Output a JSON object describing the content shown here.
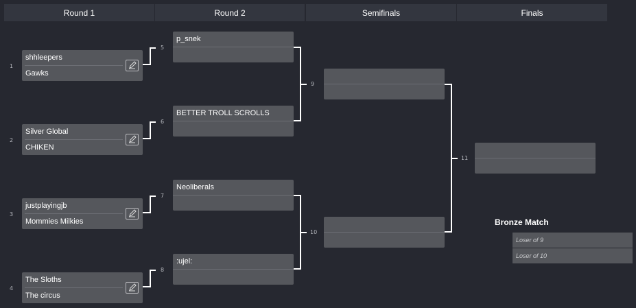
{
  "rounds": [
    "Round 1",
    "Round 2",
    "Semifinals",
    "Finals"
  ],
  "round1": [
    {
      "seed": "1",
      "team1": "shhleepers",
      "team2": "Gawks"
    },
    {
      "seed": "2",
      "team1": "Silver Global",
      "team2": "CHIKEN"
    },
    {
      "seed": "3",
      "team1": "justplayingjb",
      "team2": "Mommies Milkies"
    },
    {
      "seed": "4",
      "team1": "The Sloths",
      "team2": "The circus"
    }
  ],
  "round2": [
    {
      "match": "5",
      "team1": "p_snek",
      "team2": ""
    },
    {
      "match": "6",
      "team1": "BETTER TROLL SCROLLS",
      "team2": ""
    },
    {
      "match": "7",
      "team1": "Neoliberals",
      "team2": ""
    },
    {
      "match": "8",
      "team1": ":ujel:",
      "team2": ""
    }
  ],
  "semifinals": [
    {
      "match": "9",
      "team1": "",
      "team2": ""
    },
    {
      "match": "10",
      "team1": "",
      "team2": ""
    }
  ],
  "finals": {
    "match": "11",
    "team1": "",
    "team2": ""
  },
  "bronze": {
    "title": "Bronze Match",
    "slot1": "Loser of 9",
    "slot2": "Loser of 10"
  },
  "icons": {
    "edit": "edit-pencil-icon"
  },
  "colors": {
    "background": "#262830",
    "header": "#33363f",
    "match": "#55575c",
    "connector": "#ffffff"
  }
}
